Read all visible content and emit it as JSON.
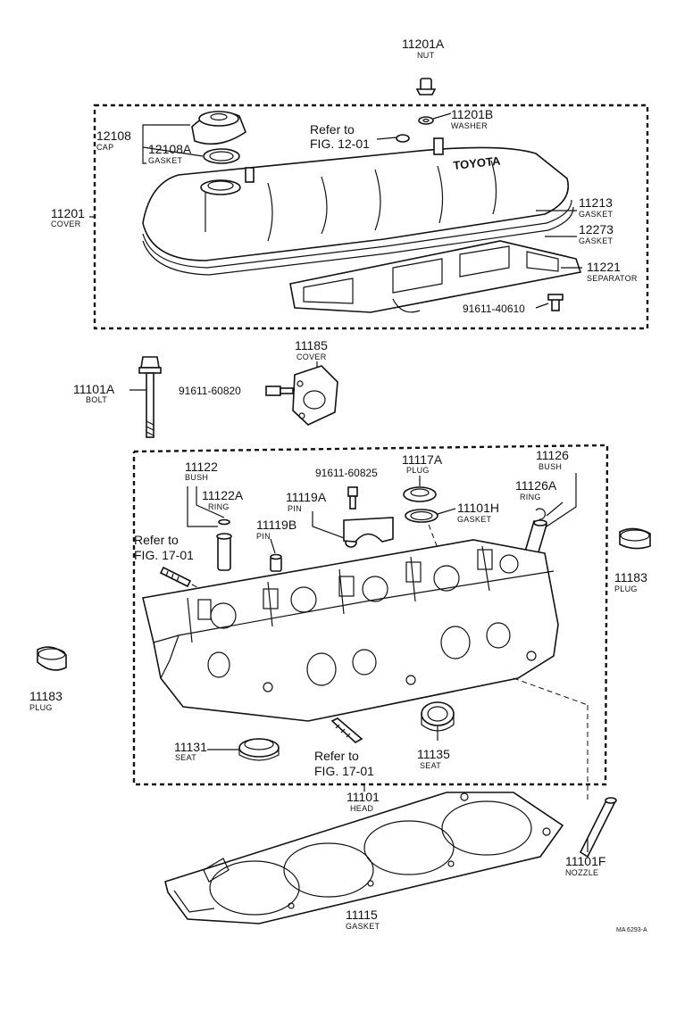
{
  "parts": [
    {
      "id": "nut",
      "num": "11201A",
      "name": "NUT"
    },
    {
      "id": "washer",
      "num": "11201B",
      "name": "WASHER"
    },
    {
      "id": "cap",
      "num": "12108",
      "name": "CAP"
    },
    {
      "id": "cap-gasket",
      "num": "12108A",
      "name": "GASKET"
    },
    {
      "id": "cover",
      "num": "11201",
      "name": "COVER"
    },
    {
      "id": "cover-gasket",
      "num": "11213",
      "name": "GASKET"
    },
    {
      "id": "gasket-12273",
      "num": "12273",
      "name": "GASKET"
    },
    {
      "id": "separator",
      "num": "11221",
      "name": "SEPARATOR"
    },
    {
      "id": "bolt-40610",
      "num": "91611-40610",
      "name": ""
    },
    {
      "id": "bolt",
      "num": "11101A",
      "name": "BOLT"
    },
    {
      "id": "cover-11185",
      "num": "11185",
      "name": "COVER"
    },
    {
      "id": "bolt-60820",
      "num": "91611-60820",
      "name": ""
    },
    {
      "id": "bush-11122",
      "num": "11122",
      "name": "BUSH"
    },
    {
      "id": "ring-11122a",
      "num": "11122A",
      "name": "RING"
    },
    {
      "id": "bolt-60825",
      "num": "91611-60825",
      "name": ""
    },
    {
      "id": "plug-11117a",
      "num": "11117A",
      "name": "PLUG"
    },
    {
      "id": "gasket-11101h",
      "num": "11101H",
      "name": "GASKET"
    },
    {
      "id": "pin-11119a",
      "num": "11119A",
      "name": "PIN"
    },
    {
      "id": "pin-11119b",
      "num": "11119B",
      "name": "PIN"
    },
    {
      "id": "bush-11126",
      "num": "11126",
      "name": "BUSH"
    },
    {
      "id": "ring-11126a",
      "num": "11126A",
      "name": "RING"
    },
    {
      "id": "plug-right",
      "num": "11183",
      "name": "PLUG"
    },
    {
      "id": "plug-left",
      "num": "11183",
      "name": "PLUG"
    },
    {
      "id": "seat-11131",
      "num": "11131",
      "name": "SEAT"
    },
    {
      "id": "seat-11135",
      "num": "11135",
      "name": "SEAT"
    },
    {
      "id": "head",
      "num": "11101",
      "name": "HEAD"
    },
    {
      "id": "head-gasket",
      "num": "11115",
      "name": "GASKET"
    },
    {
      "id": "nozzle",
      "num": "11101F",
      "name": "NOZZLE"
    }
  ],
  "refs": {
    "fig1201_a": "Refer to",
    "fig1201_b": "FIG. 12-01",
    "fig1701_left_a": "Refer to",
    "fig1701_left_b": "FIG. 17-01",
    "fig1701_bottom_a": "Refer to",
    "fig1701_bottom_b": "FIG. 17-01"
  },
  "footer_code": "MA 6293-A",
  "colors": {
    "ink": "#111111",
    "paper": "#ffffff"
  }
}
